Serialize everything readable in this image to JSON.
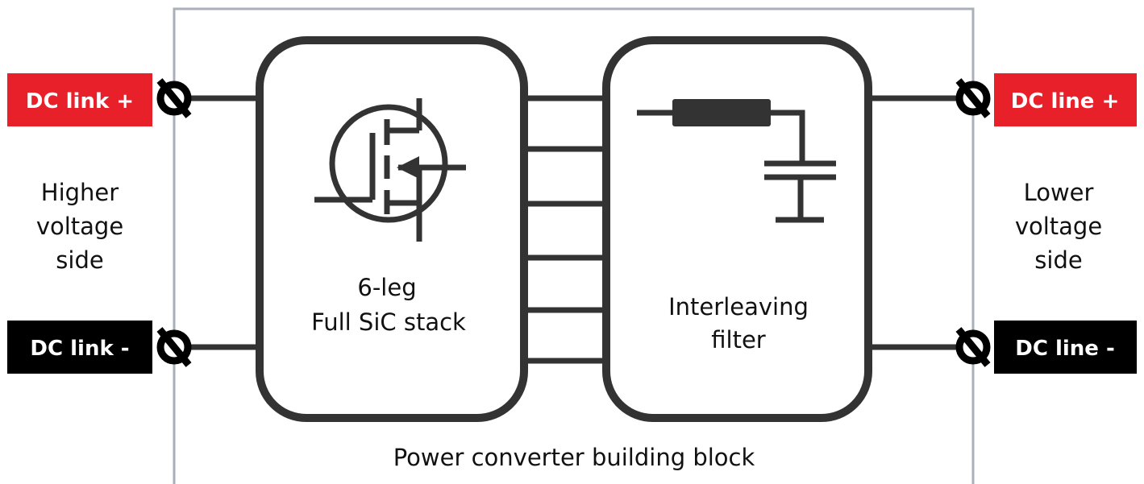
{
  "left_side": {
    "positive_terminal": "DC link +",
    "negative_terminal": "DC link -",
    "side_label": [
      "Higher",
      "voltage",
      "side"
    ]
  },
  "right_side": {
    "positive_terminal": "DC line +",
    "negative_terminal": "DC line -",
    "side_label": [
      "Lower",
      "voltage",
      "side"
    ]
  },
  "stack_block": {
    "label": [
      "6-leg",
      "Full SiC stack"
    ]
  },
  "filter_block": {
    "label": [
      "Interleaving",
      "filter"
    ]
  },
  "frame": {
    "caption": "Power converter building block"
  },
  "colors": {
    "positive": "#e8202a",
    "negative": "#000000",
    "wire": "#333333",
    "frame": "#a9b0b8"
  },
  "icons": [
    "sic-mosfet-icon",
    "inductor-capacitor-filter-icon",
    "terminal-screw-icon"
  ]
}
